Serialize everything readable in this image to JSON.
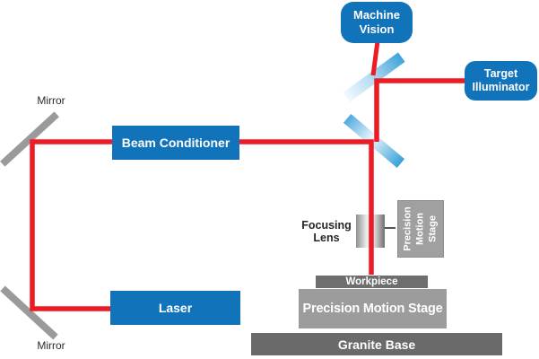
{
  "diagram": {
    "type": "laser-micromachining-system-schematic",
    "colors": {
      "component_blue": "#1173b9",
      "beam_red": "#ec1c24",
      "mirror_gray": "#9a9a9a",
      "splitter_blue": "#44a5da",
      "workpiece_gray": "#6e6e6e",
      "stage_gray": "#9c9c9c",
      "granite_gray": "#6a6a6a",
      "label_dark": "#2b2b2b"
    },
    "components": {
      "machine_vision": {
        "label": "Machine Vision"
      },
      "target_illuminator": {
        "label": "Target Illuminator"
      },
      "beam_conditioner": {
        "label": "Beam Conditioner"
      },
      "laser": {
        "label": "Laser"
      },
      "mirror_top": {
        "label": "Mirror"
      },
      "mirror_bottom": {
        "label": "Mirror"
      },
      "focusing_lens": {
        "label": "Focusing Lens"
      },
      "precision_motion_stage_vertical": {
        "label": "Precision Motion Stage"
      },
      "workpiece": {
        "label": "Workpiece"
      },
      "precision_motion_stage_main": {
        "label": "Precision Motion Stage"
      },
      "granite_base": {
        "label": "Granite Base"
      }
    }
  }
}
